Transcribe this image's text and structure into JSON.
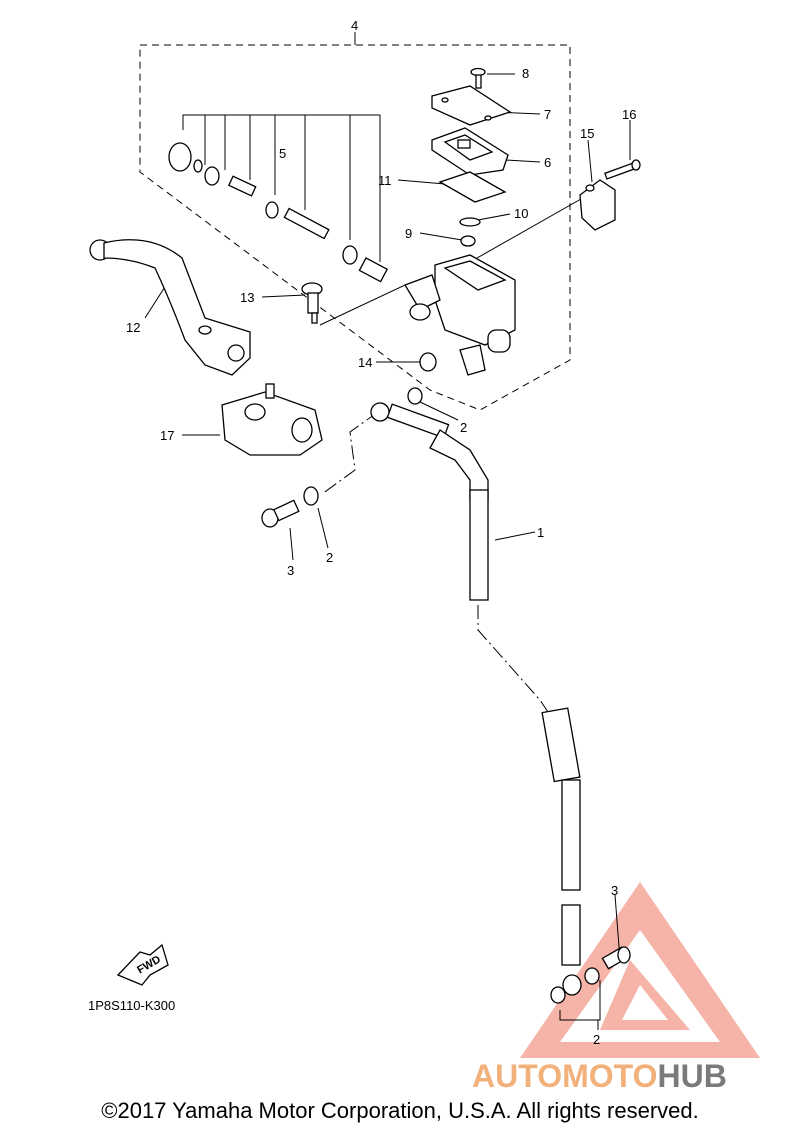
{
  "diagram": {
    "drawing_code": "1P8S110-K300",
    "fwd_label": "FWD",
    "callouts": {
      "c1": "1",
      "c2a": "2",
      "c2b": "2",
      "c2c": "2",
      "c3a": "3",
      "c3b": "3",
      "c4": "4",
      "c5": "5",
      "c6": "6",
      "c7": "7",
      "c8": "8",
      "c9": "9",
      "c10": "10",
      "c11": "11",
      "c12": "12",
      "c13": "13",
      "c14": "14",
      "c15": "15",
      "c16": "16",
      "c17": "17"
    }
  },
  "watermark": {
    "part1": "AUTOMOTO",
    "part2": "HUB",
    "color_primary": "#f39a8c",
    "color_secondary": "#f7c98a",
    "color_dark": "#7a7a7a"
  },
  "footer": {
    "copyright": "©2017 Yamaha Motor Corporation, U.S.A. All rights reserved."
  }
}
